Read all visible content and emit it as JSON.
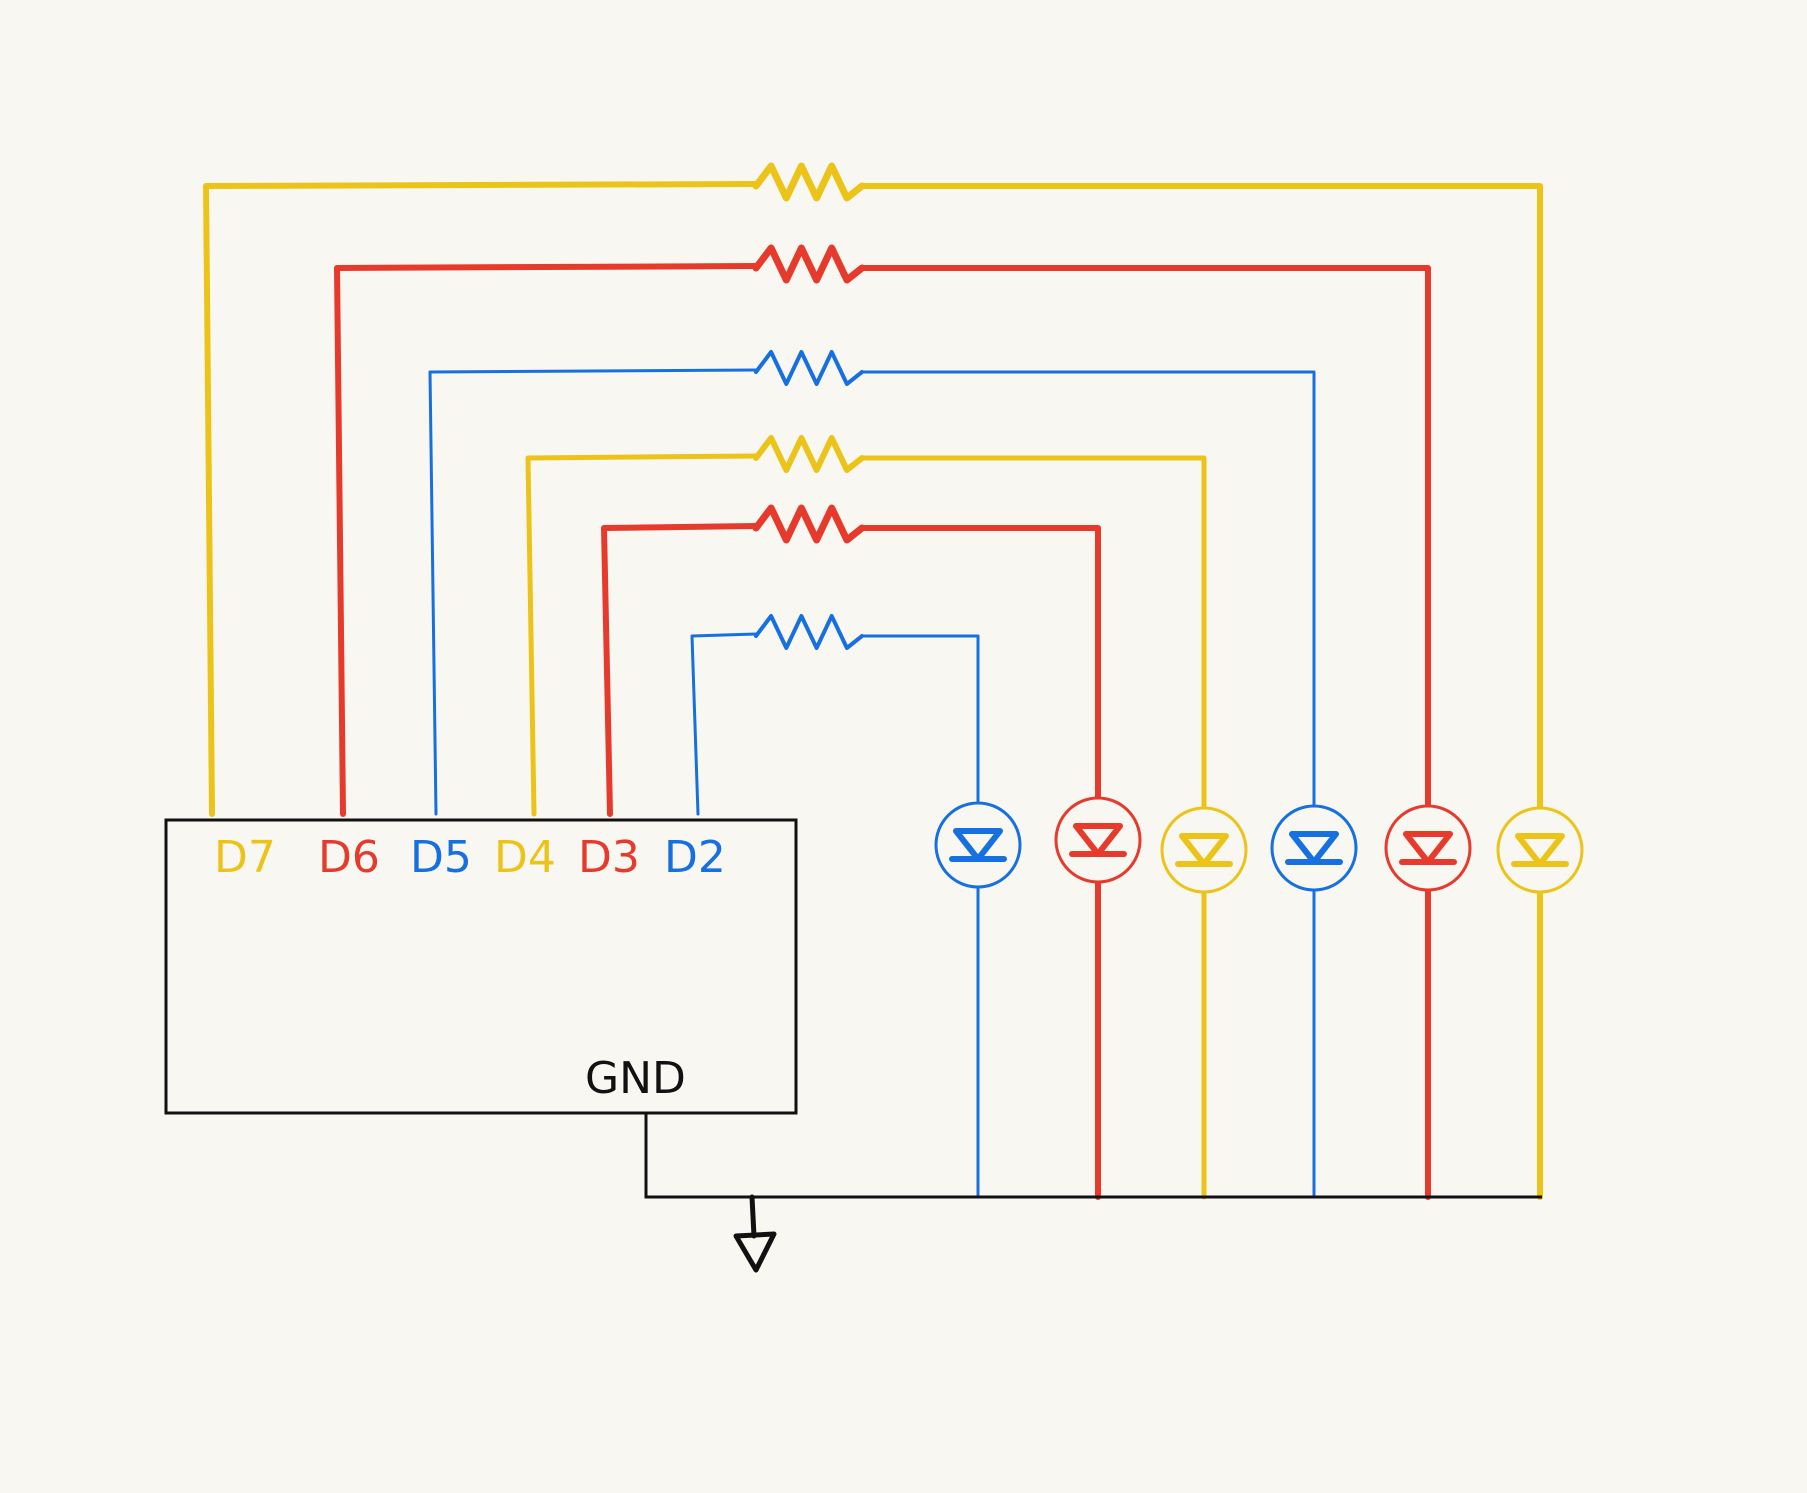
{
  "colors": {
    "background": "#f9f7f2",
    "yellow": "#ecc419",
    "red": "#e63a2c",
    "blue": "#1670e0",
    "black": "#111111"
  },
  "board": {
    "gnd_label": "GND"
  },
  "pins": [
    {
      "label": "D7",
      "color": "yellow"
    },
    {
      "label": "D6",
      "color": "red"
    },
    {
      "label": "D5",
      "color": "blue"
    },
    {
      "label": "D4",
      "color": "yellow"
    },
    {
      "label": "D3",
      "color": "red"
    },
    {
      "label": "D2",
      "color": "blue"
    }
  ],
  "leds": [
    {
      "pin": "D2",
      "color": "blue"
    },
    {
      "pin": "D3",
      "color": "red"
    },
    {
      "pin": "D4",
      "color": "yellow"
    },
    {
      "pin": "D5",
      "color": "blue"
    },
    {
      "pin": "D6",
      "color": "red"
    },
    {
      "pin": "D7",
      "color": "yellow"
    }
  ],
  "icons": {
    "resistor": "resistor-icon",
    "led": "led-icon",
    "ground": "ground-icon"
  }
}
